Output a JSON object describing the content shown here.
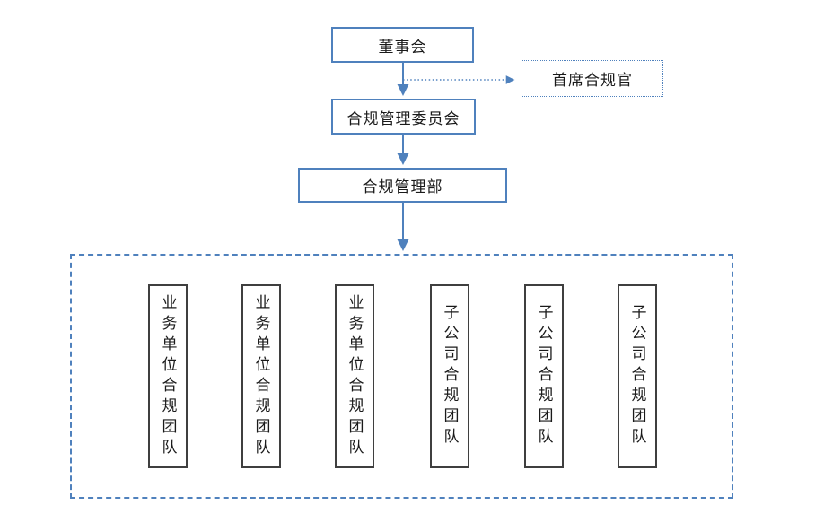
{
  "diagram": {
    "type": "org-chart",
    "nodes": {
      "board": {
        "label": "董事会"
      },
      "chief_compliance_officer": {
        "label": "首席合规官"
      },
      "compliance_committee": {
        "label": "合规管理委员会"
      },
      "compliance_dept": {
        "label": "合规管理部"
      },
      "teams": [
        {
          "label": "业务单位合规团队"
        },
        {
          "label": "业务单位合规团队"
        },
        {
          "label": "业务单位合规团队"
        },
        {
          "label": "子公司合规团队"
        },
        {
          "label": "子公司合规团队"
        },
        {
          "label": "子公司合规团队"
        }
      ]
    },
    "edges": [
      {
        "from": "board",
        "to": "compliance_committee",
        "style": "solid-arrow"
      },
      {
        "from": "board-committee-connector",
        "to": "chief_compliance_officer",
        "style": "dotted-arrow"
      },
      {
        "from": "compliance_committee",
        "to": "compliance_dept",
        "style": "solid-arrow"
      },
      {
        "from": "compliance_dept",
        "to": "teams-container",
        "style": "solid-arrow"
      }
    ]
  },
  "colors": {
    "accent_blue": "#4F81BD",
    "team_border_gray": "#3F3F3F",
    "text_black": "#1A1A1A"
  }
}
